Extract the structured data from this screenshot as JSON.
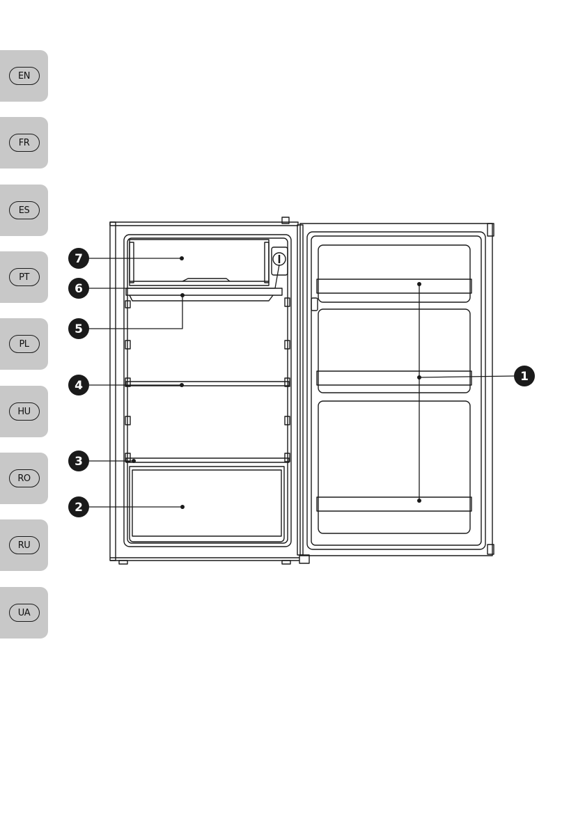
{
  "languages": [
    {
      "code": "EN"
    },
    {
      "code": "FR"
    },
    {
      "code": "ES"
    },
    {
      "code": "PT"
    },
    {
      "code": "PL"
    },
    {
      "code": "HU"
    },
    {
      "code": "RO"
    },
    {
      "code": "RU"
    },
    {
      "code": "UA"
    }
  ],
  "callouts": [
    "1",
    "2",
    "3",
    "4",
    "5",
    "6",
    "7"
  ],
  "colors": {
    "tab": "#c8c8c8",
    "ink": "#1a1a1a",
    "background": "#ffffff"
  }
}
